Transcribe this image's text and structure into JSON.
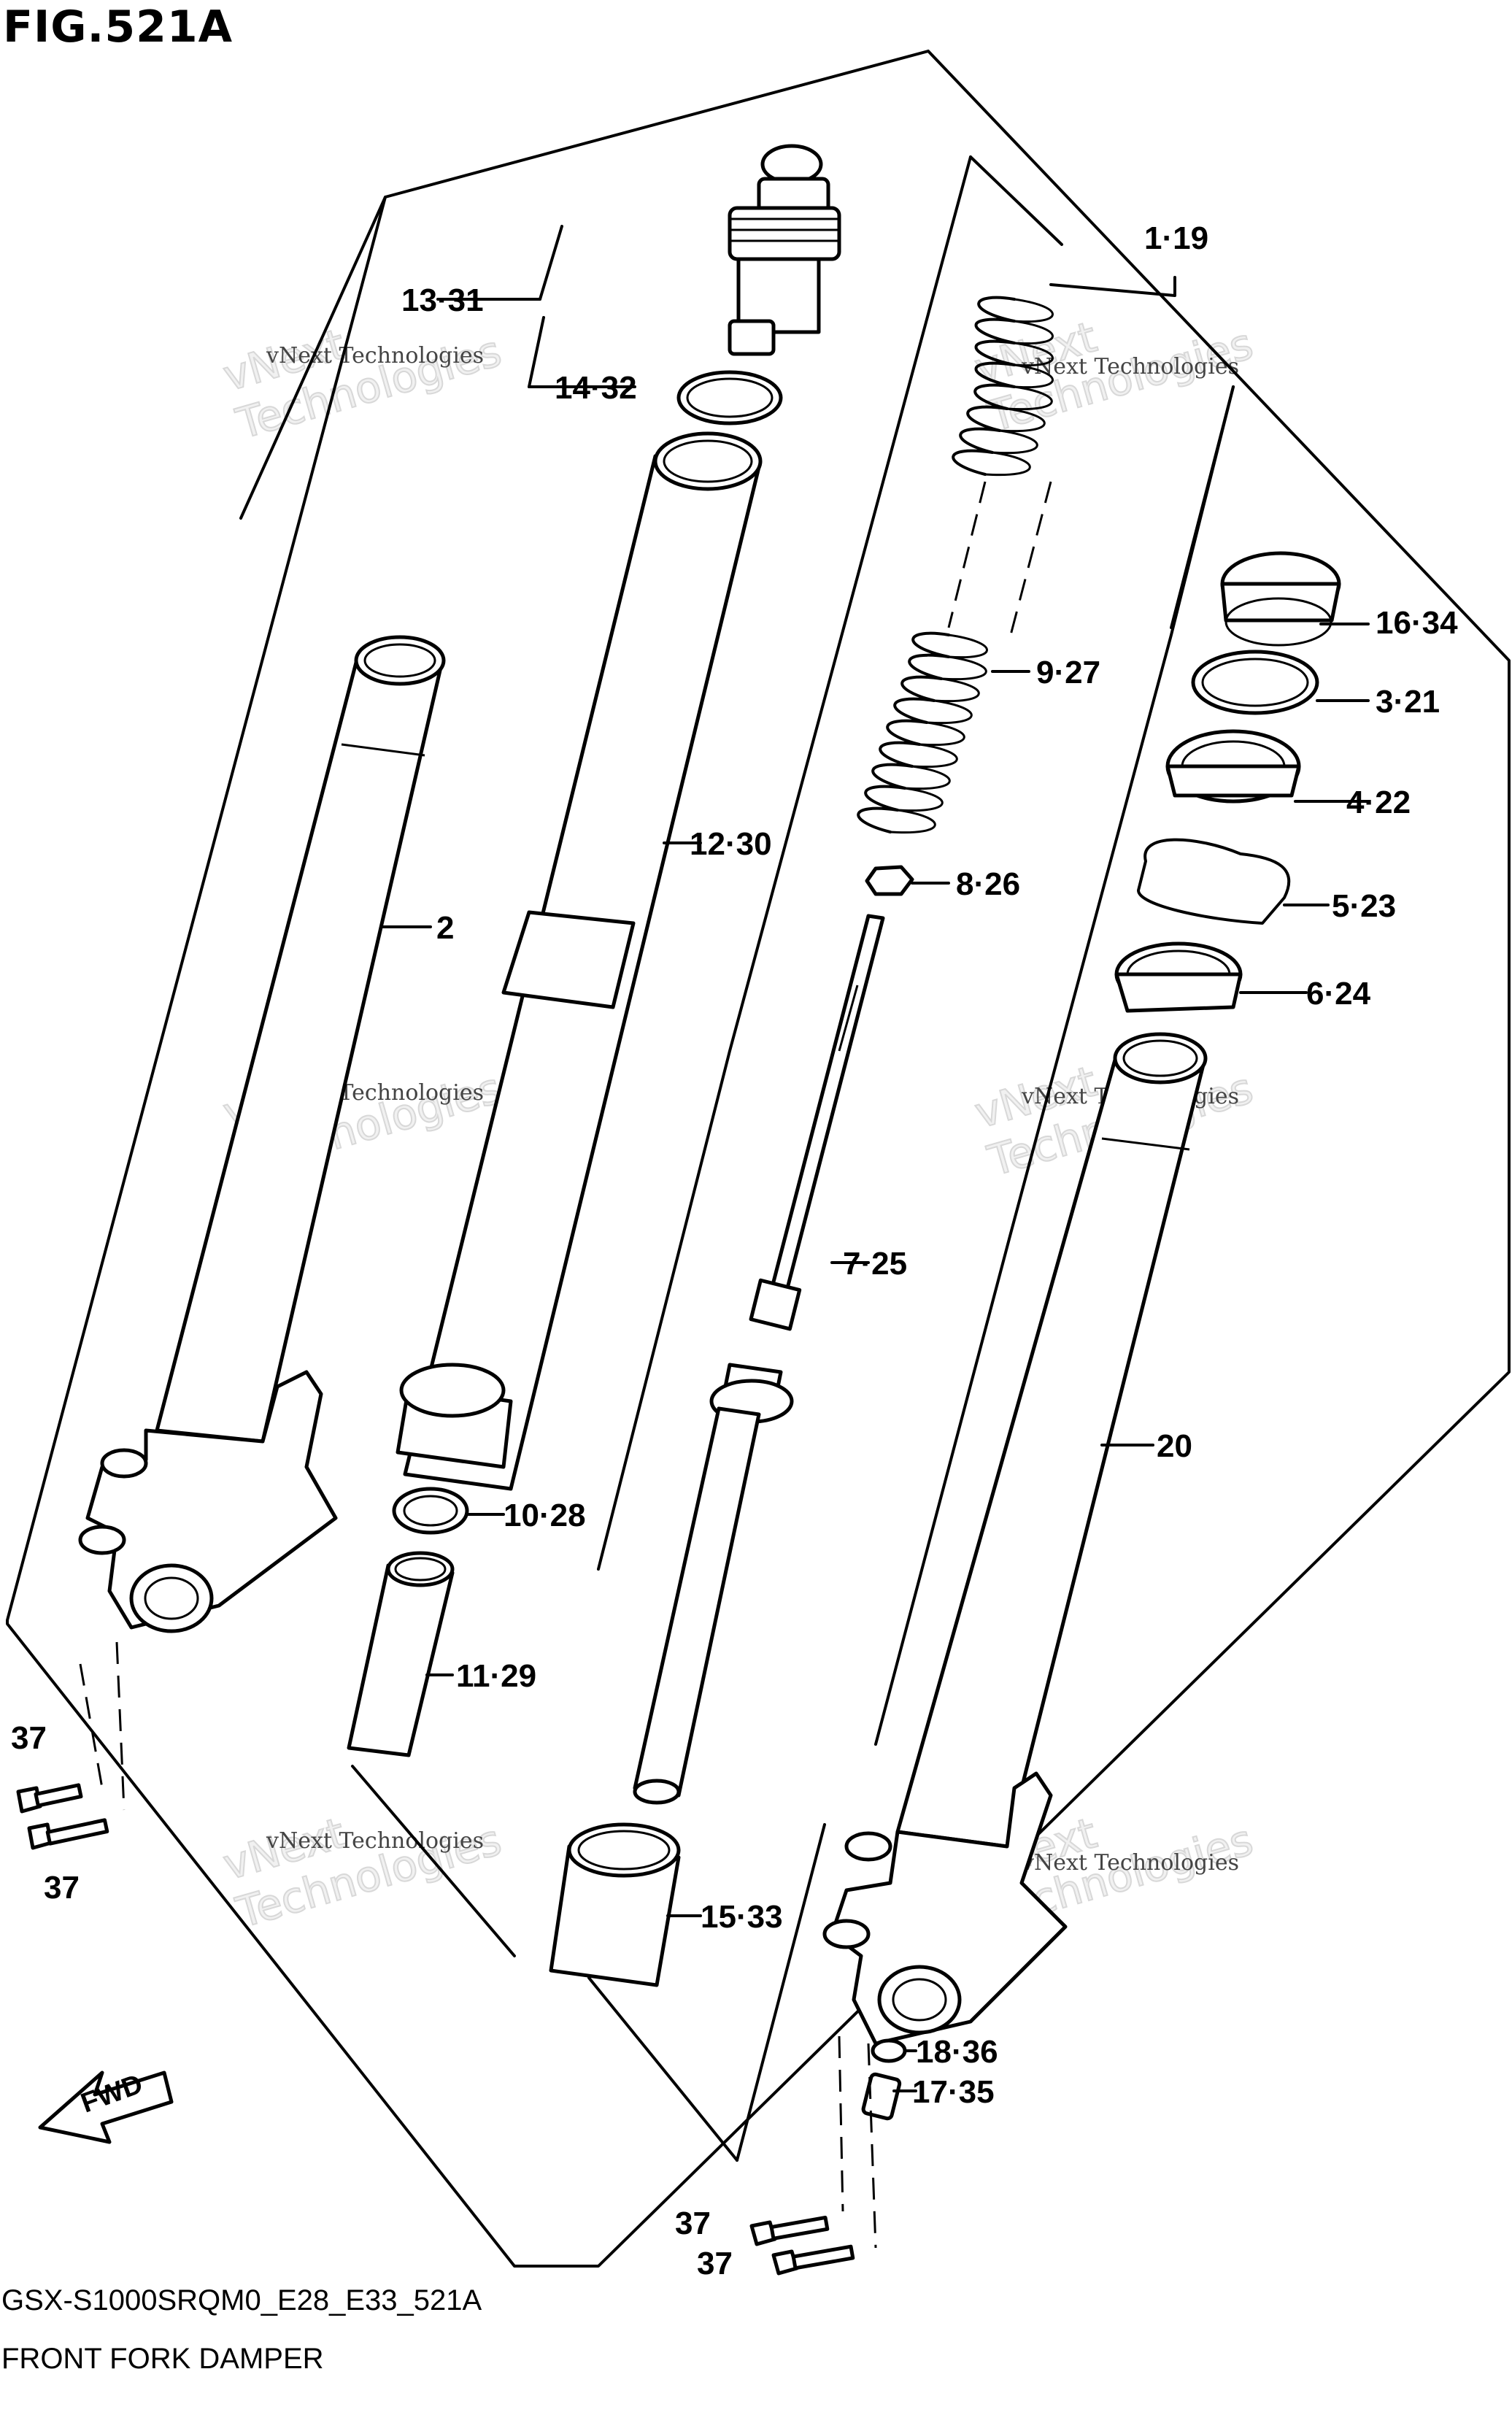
{
  "figure_title": "FIG.521A",
  "diagram_code": "GSX-S1000SRQM0_E28_E33_521A",
  "diagram_subtitle": "FRONT FORK DAMPER",
  "watermark": {
    "text": "vNext Technologies",
    "big_line1": "vNext",
    "big_line2": "Technologies"
  },
  "callouts": {
    "c1_19": "1·19",
    "c2": "2",
    "c3_21": "3·21",
    "c4_22": "4·22",
    "c5_23": "5·23",
    "c6_24": "6·24",
    "c7_25": "7·25",
    "c8_26": "8·26",
    "c9_27": "9·27",
    "c10_28": "10·28",
    "c11_29": "11·29",
    "c12_30": "12·30",
    "c13_31": "13·31",
    "c14_32": "14·32",
    "c15_33": "15·33",
    "c16_34": "16·34",
    "c17_35": "17·35",
    "c18_36": "18·36",
    "c20": "20",
    "c37_left_top": "37",
    "c37_left_bottom": "37",
    "c37_bottom_a": "37",
    "c37_bottom_b": "37"
  },
  "fwd_arrow_label": "FWD",
  "colors": {
    "line": "#000000",
    "background": "#ffffff",
    "watermark": "#d8d8d8"
  }
}
